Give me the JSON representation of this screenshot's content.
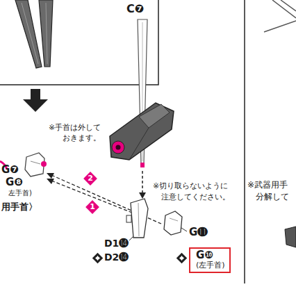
{
  "diagram": {
    "nodes": [
      {
        "text": [
          "G❿",
          "(左手首)"
        ]
      }
    ],
    "labels": [
      "C❼",
      "※手首は外して",
      "おきます。",
      "G❼",
      "G❽",
      "左手首)",
      "用手首〉",
      "2",
      "1",
      "※切り取らないように",
      "注意してください。",
      "D1⓮",
      "D2⓮",
      "G⓫",
      "※武器用手",
      "分解して"
    ]
  }
}
